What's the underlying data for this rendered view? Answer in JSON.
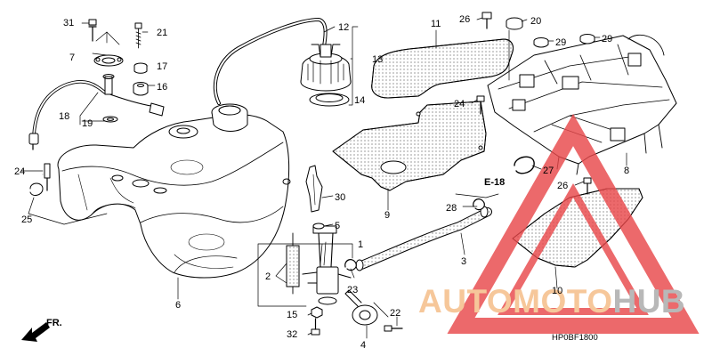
{
  "diagram": {
    "callouts": {
      "c1": "1",
      "c2": "2",
      "c3": "3",
      "c4": "4",
      "c5": "5",
      "c6": "6",
      "c7": "7",
      "c8": "8",
      "c9": "9",
      "c10": "10",
      "c11": "11",
      "c12": "12",
      "c13": "13",
      "c14": "14",
      "c15": "15",
      "c16": "16",
      "c17": "17",
      "c18": "18",
      "c19": "19",
      "c20": "20",
      "c21": "21",
      "c22": "22",
      "c23": "23",
      "c24a": "24",
      "c24b": "24",
      "c25": "25",
      "c26a": "26",
      "c26b": "26",
      "c27": "27",
      "c28": "28",
      "c29a": "29",
      "c29b": "29",
      "c30": "30",
      "c31": "31",
      "c32": "32"
    },
    "ref_label": "E-18",
    "front_label": "FR.",
    "diagram_code": "HP0BF1800"
  },
  "watermark": {
    "word_auto": "AUTO",
    "word_moto": "MOTO",
    "word_hub": "HUB",
    "color_light": "#f6c79a",
    "color_dark": "#b8b8b8",
    "triangle_color": "#e8484b"
  }
}
